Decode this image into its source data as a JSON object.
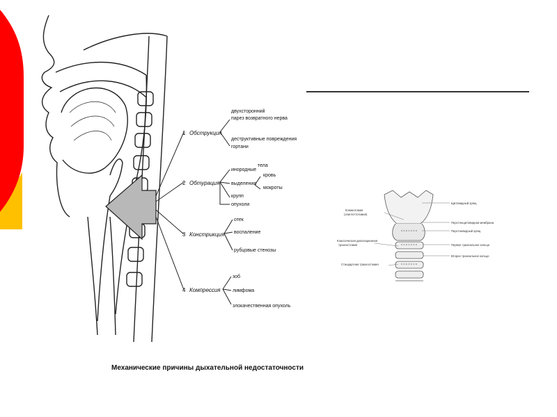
{
  "accent_colors": {
    "red": "#ff0000",
    "yellow": "#ffc000"
  },
  "diagram": {
    "caption": "Механические причины дыхательной недостаточности",
    "causes": [
      {
        "num": "1",
        "label": "Обструкция",
        "items": [
          "двухсторонний",
          "парез возвратного нерва",
          "деструктивные повреждения",
          "гортани"
        ]
      },
      {
        "num": "2",
        "label": "Обтурация",
        "items": [
          "инородные",
          "тела",
          "кровь",
          "выделения",
          "мокроты",
          "крупп",
          "опухоли"
        ]
      },
      {
        "num": "3",
        "label": "Констрикция",
        "items": [
          "отек",
          "воспаление",
          "рубцовые стенозы"
        ]
      },
      {
        "num": "4",
        "label": "Компрессия",
        "items": [
          "зоб",
          "лимфома",
          "злокачественная опухоль"
        ]
      }
    ]
  },
  "trachea": {
    "left_labels": [
      "Коникотомия",
      "(эпиглоттотомия)",
      "Классическая дилатационная",
      "трахеостомия",
      "Стандартная трахеостомия"
    ],
    "right_labels": [
      "Щитовидный хрящ",
      "Перстнещитовидная мембрана",
      "Перстневидный хрящ",
      "Первое трахеальное кольцо",
      "Второе трахеальное кольцо"
    ]
  }
}
